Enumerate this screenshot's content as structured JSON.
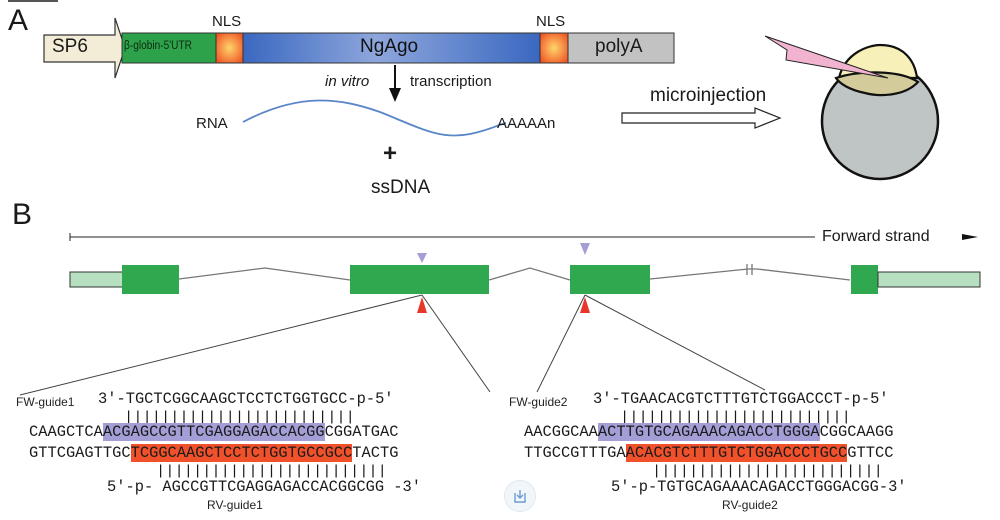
{
  "panels": {
    "a": {
      "label": "A",
      "construct": {
        "promoter": "SP6",
        "utr": "β-globin-5'UTR",
        "nls1": "NLS",
        "gene": "NgAgo",
        "nls2": "NLS",
        "tail": "polyA"
      },
      "transcription": {
        "italic": "in vitro",
        "text": "transcription"
      },
      "rna_label": "RNA",
      "polya_label": "AAAAAn",
      "plus": "+",
      "ssdna_label": "ssDNA",
      "microinjection_label": "microinjection"
    },
    "b": {
      "label": "B",
      "strand_label": "Forward strand",
      "left": {
        "fw_guide_label": "FW-guide1",
        "fw_guide_seq": "3'-TGCTCGGCAAGCTCCTCTGGTGCC-p-5'",
        "top_strand": {
          "pre": "CAAGCTCA",
          "highlight": "ACGAGCCGTTCGAGGAGACCACGG",
          "post": "CGGATGAC"
        },
        "bottom_strand": {
          "pre": "GTTCGAGTTGC",
          "highlight": "TCGGCAAGCTCCTCTGGTGCCGCC",
          "post": "TACTG"
        },
        "rv_guide_seq": "5'-p- AGCCGTTCGAGGAGACCACGGCGG -3'",
        "rv_guide_label": "RV-guide1"
      },
      "right": {
        "fw_guide_label": "FW-guide2",
        "fw_guide_seq": "3'-TGAACACGTCTTTGTCTGGACCCT-p-5'",
        "top_strand": {
          "pre": "AACGGCAA",
          "highlight": "ACTTGTGCAGAAACAGACCTGGGA",
          "post": "CGGCAAGG"
        },
        "bottom_strand": {
          "pre": "TTGCCGTTTGA",
          "highlight": "ACACGTCTTTGTCTGGACCCTGCC",
          "post": "GTTCC"
        },
        "rv_guide_seq": "5'-p-TGTGCAGAAACAGACCTGGGACGG-3'",
        "rv_guide_label": "RV-guide2"
      }
    }
  },
  "icons": {
    "download": "download-icon"
  },
  "colors": {
    "promoter": "#f3edd7",
    "utr": "#2ea24b",
    "nls": "#f07a3a",
    "gene": "#3f6fc4",
    "tail": "#c2c2c2",
    "exon": "#2fa84f",
    "utr_exon": "#b6e0c0",
    "fw_guide": "#a39fd6",
    "rv_guide": "#f0512a",
    "rna": "#5a86c8",
    "embryo": "#bfc4c4",
    "yolk": "#f7f0b8",
    "needle": "#f2b3d0"
  }
}
